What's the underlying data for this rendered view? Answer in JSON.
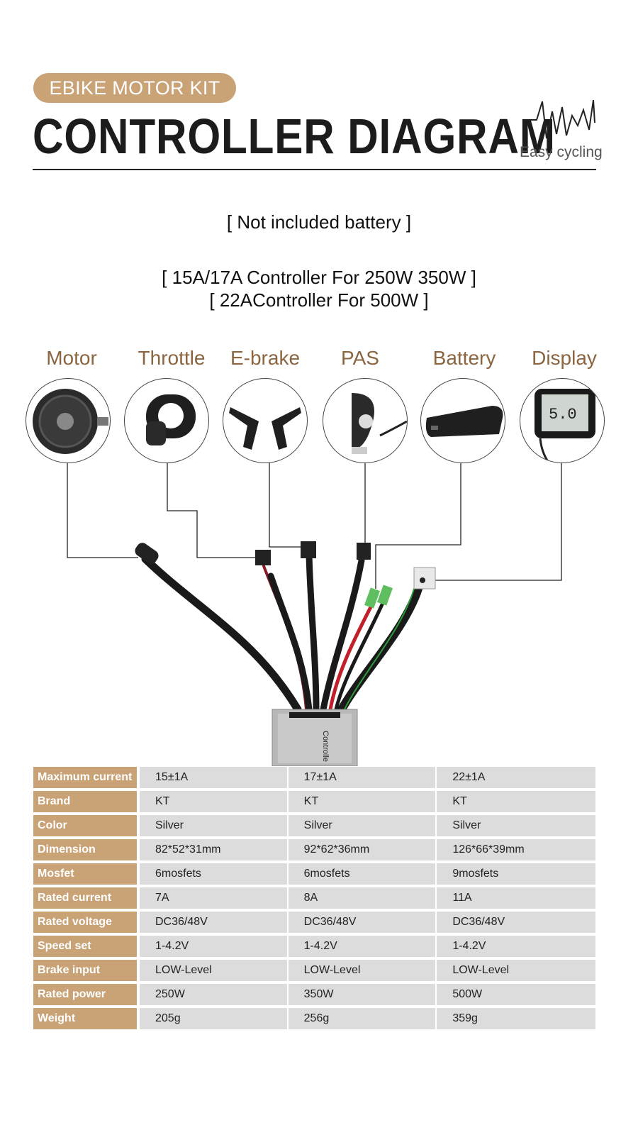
{
  "header": {
    "badge": "EBIKE MOTOR KIT",
    "title": "CONTROLLER  DIAGRAM",
    "brand_text": "Easy cycling"
  },
  "notes": {
    "battery": "[ Not included battery ]",
    "line1": "[ 15A/17A Controller For 250W 350W ]",
    "line2": "[ 22AController For 500W ]"
  },
  "components": [
    {
      "label": "Motor",
      "icon": "hub-motor-icon"
    },
    {
      "label": "Throttle",
      "icon": "thumb-throttle-icon"
    },
    {
      "label": "E-brake",
      "icon": "brake-levers-icon"
    },
    {
      "label": "PAS",
      "icon": "pas-sensor-icon"
    },
    {
      "label": "Battery",
      "icon": "battery-pack-icon"
    },
    {
      "label": "Display",
      "icon": "lcd-display-icon"
    }
  ],
  "controller_box_label": "Controlle",
  "spec_table": {
    "rows": [
      {
        "label": "Maximum current",
        "values": [
          "15±1A",
          "17±1A",
          "22±1A"
        ]
      },
      {
        "label": "Brand",
        "values": [
          "KT",
          "KT",
          "KT"
        ]
      },
      {
        "label": "Color",
        "values": [
          "Silver",
          "Silver",
          "Silver"
        ]
      },
      {
        "label": "Dimension",
        "values": [
          "82*52*31mm",
          "92*62*36mm",
          "126*66*39mm"
        ]
      },
      {
        "label": "Mosfet",
        "values": [
          "6mosfets",
          "6mosfets",
          "9mosfets"
        ]
      },
      {
        "label": "Rated current",
        "values": [
          "7A",
          "8A",
          "11A"
        ]
      },
      {
        "label": "Rated voltage",
        "values": [
          "DC36/48V",
          "DC36/48V",
          "DC36/48V"
        ]
      },
      {
        "label": "Speed set",
        "values": [
          "1-4.2V",
          "1-4.2V",
          "1-4.2V"
        ]
      },
      {
        "label": "Brake input",
        "values": [
          "LOW-Level",
          "LOW-Level",
          "LOW-Level"
        ]
      },
      {
        "label": "Rated power",
        "values": [
          "250W",
          "350W",
          "500W"
        ]
      },
      {
        "label": "Weight",
        "values": [
          "205g",
          "256g",
          "359g"
        ]
      }
    ]
  },
  "colors": {
    "accent": "#c9a276",
    "label_text": "#8a6540",
    "cell_bg": "#dcdcdc"
  }
}
